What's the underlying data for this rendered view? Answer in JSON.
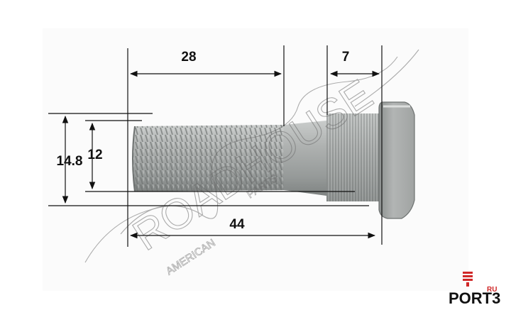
{
  "dimensions": {
    "total_length": "44",
    "thread_length": "28",
    "head_length": "7",
    "knurl_diameter": "14.8",
    "thread_diameter": "12"
  },
  "watermark": {
    "brand": "ROADHOUSE",
    "line1": "AMERICAN",
    "line2": "PARTS"
  },
  "logo": {
    "text": "PORT3",
    "superscript": "RU"
  },
  "colors": {
    "bolt_body": "#a6a9a8",
    "bolt_shadow": "#7c807f",
    "bolt_highlight": "#d3d5d4",
    "logo_accent": "#d02828",
    "lines": "#111111"
  }
}
